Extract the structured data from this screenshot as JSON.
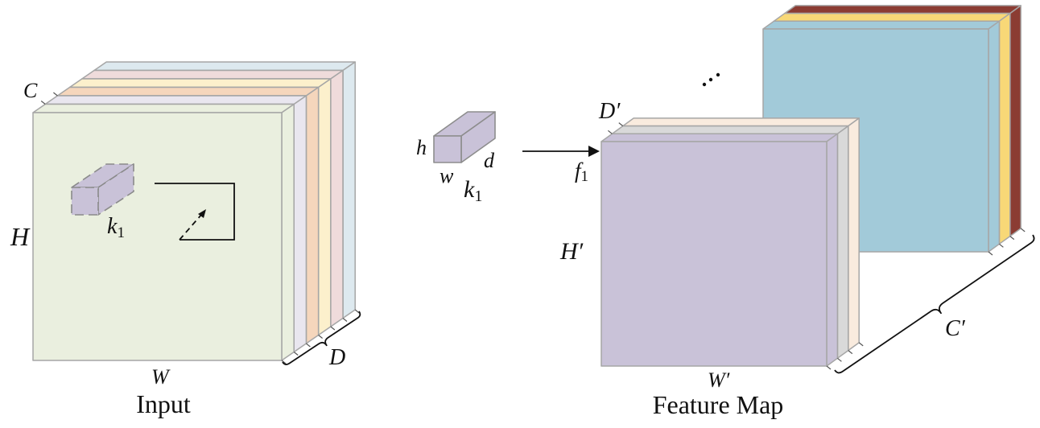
{
  "diagram": {
    "input": {
      "caption": "Input",
      "label_width": "W",
      "label_height": "H",
      "label_channels": "C",
      "label_depth": "D",
      "kernel": {
        "symbol": "k",
        "subscript": "1"
      },
      "layer_colors": [
        "#eaefdf",
        "#e9e6ef",
        "#f5d6bc",
        "#fcf0cc",
        "#efdbdb",
        "#dde9ef"
      ]
    },
    "kernel": {
      "symbol": "k",
      "subscript": "1",
      "label_h": "h",
      "label_w": "w",
      "label_d": "d",
      "color": "#c9c2d8"
    },
    "operation": {
      "symbol": "f",
      "subscript": "1"
    },
    "feature_map": {
      "caption": "Feature Map",
      "label_width": "W′",
      "label_height": "H′",
      "label_depth": "D′",
      "label_channels": "C′",
      "front_stack_colors": [
        "#c9c2d8",
        "#d9d9d9",
        "#f9ebde"
      ],
      "back_stack_colors": [
        "#a2cad9",
        "#f8d877",
        "#8b3c33"
      ]
    },
    "edge_color": "#a6a6a6"
  }
}
